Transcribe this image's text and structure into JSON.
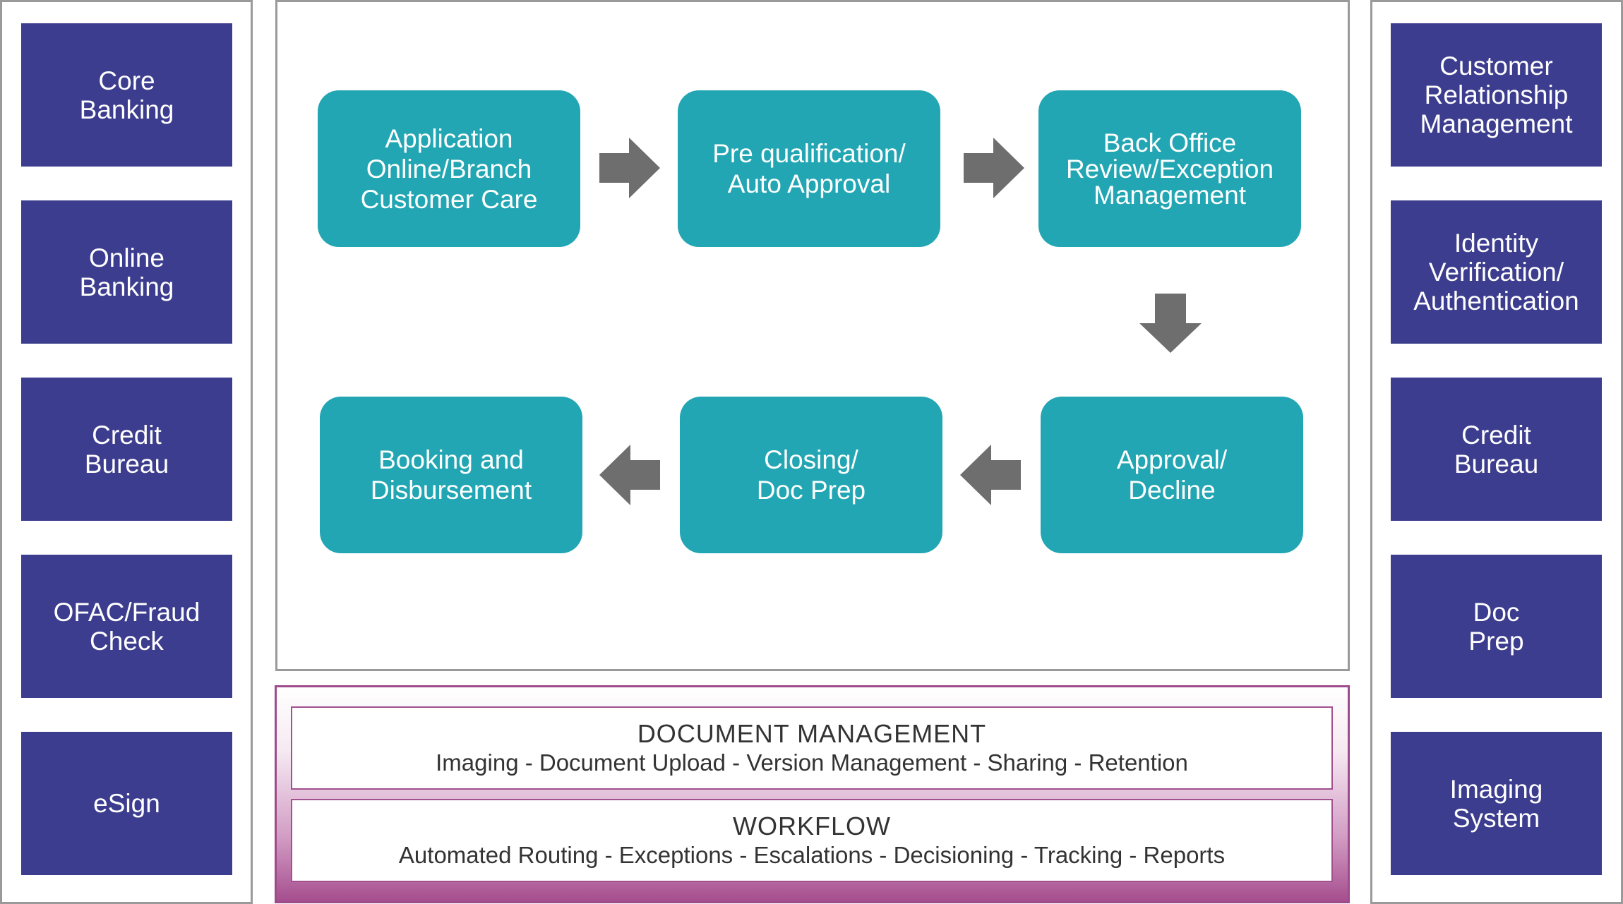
{
  "left_systems": [
    "Core\nBanking",
    "Online\nBanking",
    "Credit\nBureau",
    "OFAC/Fraud\nCheck",
    "eSign"
  ],
  "right_systems": [
    "Customer\nRelationship\nManagement",
    "Identity\nVerification/\nAuthentication",
    "Credit\nBureau",
    "Doc\nPrep",
    "Imaging\nSystem"
  ],
  "process_steps": [
    "Application\nOnline/Branch\nCustomer Care",
    "Pre qualification/\nAuto Approval",
    "Back Office\nReview/Exception\nManagement",
    "Approval/\nDecline",
    "Closing/\nDoc Prep",
    "Booking and\nDisbursement"
  ],
  "platform": {
    "document_management": {
      "title": "DOCUMENT MANAGEMENT",
      "features": "Imaging - Document Upload - Version Management - Sharing - Retention"
    },
    "workflow": {
      "title": "WORKFLOW",
      "features": "Automated Routing - Exceptions - Escalations - Decisioning - Tracking - Reports"
    }
  },
  "colors": {
    "system_box": "#3d3d8f",
    "process_step": "#22a6b3",
    "arrow": "#6e6e6e",
    "band_accent": "#a64e8e",
    "panel_border": "#9a9a9a"
  },
  "icons": {
    "flow_arrow": "block-arrow-icon"
  }
}
